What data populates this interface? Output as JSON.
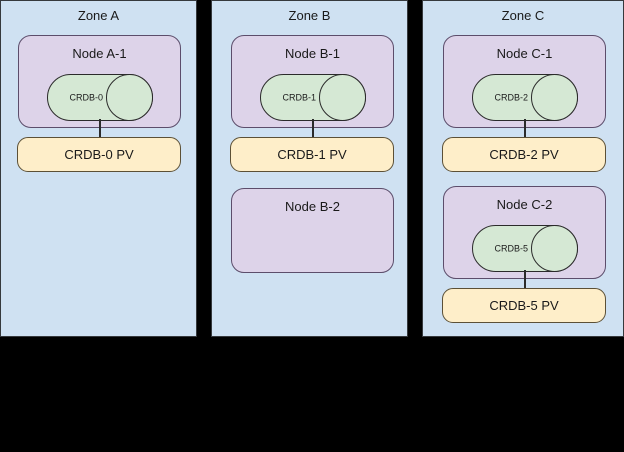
{
  "diagram": {
    "background_color": "#000000",
    "zone_fill": "#cfe1f2",
    "node_fill": "#ddd3e9",
    "pv_fill": "#feeec9",
    "db_fill": "#d5e8d4",
    "stroke_color": "#36393d"
  },
  "zones": [
    {
      "id": "zone-a",
      "label": "Zone A",
      "nodes": [
        {
          "id": "node-a-1",
          "label": "Node A-1",
          "database": {
            "id": "crdb-0",
            "label": "CRDB-0"
          },
          "volume": {
            "id": "crdb-0-pv",
            "label": "CRDB-0 PV"
          }
        }
      ]
    },
    {
      "id": "zone-b",
      "label": "Zone B",
      "nodes": [
        {
          "id": "node-b-1",
          "label": "Node B-1",
          "database": {
            "id": "crdb-1",
            "label": "CRDB-1"
          },
          "volume": {
            "id": "crdb-1-pv",
            "label": "CRDB-1 PV"
          }
        },
        {
          "id": "node-b-2",
          "label": "Node B-2",
          "database": null,
          "volume": null
        }
      ]
    },
    {
      "id": "zone-c",
      "label": "Zone C",
      "nodes": [
        {
          "id": "node-c-1",
          "label": "Node C-1",
          "database": {
            "id": "crdb-2",
            "label": "CRDB-2"
          },
          "volume": {
            "id": "crdb-2-pv",
            "label": "CRDB-2 PV"
          }
        },
        {
          "id": "node-c-2",
          "label": "Node C-2",
          "database": {
            "id": "crdb-5",
            "label": "CRDB-5"
          },
          "volume": {
            "id": "crdb-5-pv",
            "label": "CRDB-5 PV"
          }
        }
      ]
    }
  ]
}
